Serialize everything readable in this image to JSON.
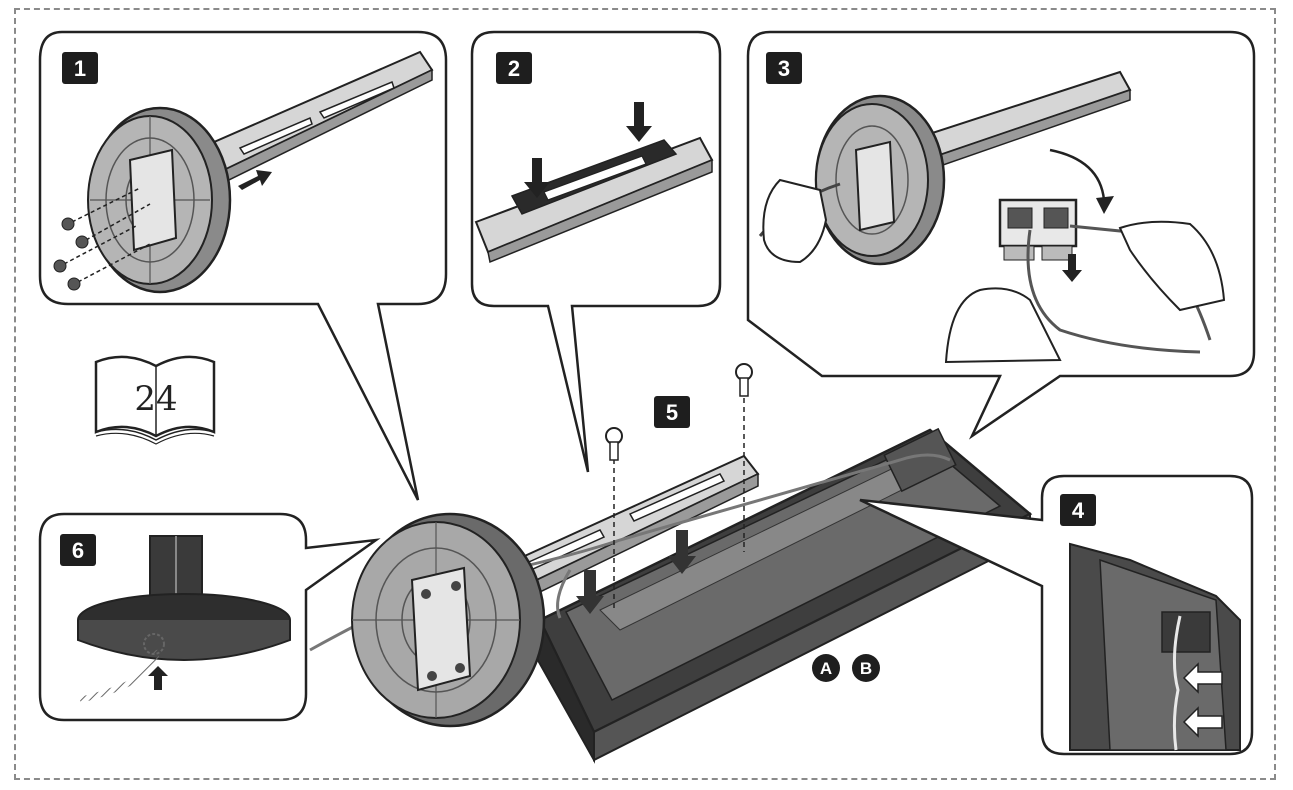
{
  "page_reference": "24",
  "steps": [
    {
      "label": "1"
    },
    {
      "label": "2"
    },
    {
      "label": "3"
    },
    {
      "label": "4"
    },
    {
      "label": "5"
    },
    {
      "label": "6"
    }
  ],
  "part_labels": [
    "A",
    "B"
  ],
  "colors": {
    "ink": "#1e1e1e",
    "metal": "#cfcfcf",
    "base": "#4a4a4a",
    "disc": "#7a7a7a",
    "frame": "#8a8a8a"
  }
}
